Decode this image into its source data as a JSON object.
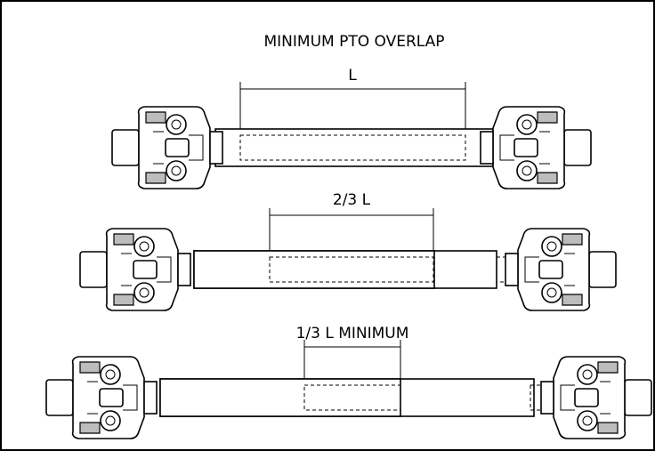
{
  "title": "MINIMUM PTO OVERLAP",
  "shafts": [
    {
      "label": "L",
      "overlap_fraction": 1.0
    },
    {
      "label": "2/3 L",
      "overlap_fraction": 0.667
    },
    {
      "label": "1/3 L MINIMUM",
      "overlap_fraction": 0.333
    }
  ],
  "icons": [
    "universal-joint-icon"
  ],
  "colors": {
    "line": "#000000",
    "background": "#ffffff",
    "shade": "#bdbdbd"
  }
}
